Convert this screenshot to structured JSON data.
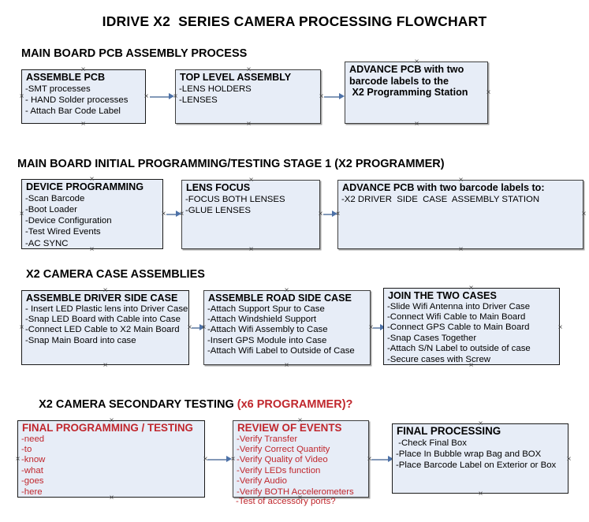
{
  "document": {
    "title": "IDRIVE X2  SERIES CAMERA PROCESSING FLOWCHART",
    "accent_red": "#c0272d",
    "box_fill": "#e7edf7",
    "connector_color": "#8399b8"
  },
  "sections": [
    {
      "id": "main-board-pcb-assembly",
      "heading": "MAIN BOARD PCB ASSEMBLY PROCESS",
      "heading_suffix": "",
      "boxes": [
        {
          "id": "assemble-pcb",
          "title": "ASSEMBLE PCB",
          "lines": [
            "-SMT processes",
            "- HAND Solder processes",
            "- Attach Bar Code Label"
          ]
        },
        {
          "id": "top-level-assembly",
          "title": "TOP LEVEL ASSEMBLY",
          "lines": [
            "-LENS HOLDERS",
            "-LENSES"
          ]
        },
        {
          "id": "advance-pcb-programming-station",
          "title": "ADVANCE PCB with two",
          "title2": "barcode labels to the",
          "title3": " X2 Programming Station",
          "lines": []
        }
      ]
    },
    {
      "id": "main-board-initial-programming",
      "heading": "MAIN BOARD INITIAL PROGRAMMING/TESTING STAGE 1 (X2 PROGRAMMER)",
      "boxes": [
        {
          "id": "device-programming",
          "title": "DEVICE PROGRAMMING",
          "lines": [
            "-Scan Barcode",
            "-Boot Loader",
            "-Device Configuration",
            "-Test Wired Events",
            "-AC SYNC"
          ]
        },
        {
          "id": "lens-focus",
          "title": "LENS FOCUS",
          "lines": [
            "-FOCUS BOTH LENSES",
            "-GLUE LENSES"
          ]
        },
        {
          "id": "advance-pcb-driver-side-case",
          "title": "ADVANCE PCB with two barcode labels to:",
          "lines": [
            "-X2 DRIVER  SIDE  CASE  ASSEMBLY STATION"
          ]
        }
      ]
    },
    {
      "id": "x2-camera-case-assemblies",
      "heading": "X2 CAMERA CASE ASSEMBLIES",
      "boxes": [
        {
          "id": "assemble-driver-side-case",
          "title": "ASSEMBLE DRIVER SIDE CASE",
          "lines": [
            "- Insert LED Plastic lens into Driver Case",
            "-Snap LED Board with Cable into Case",
            "-Connect LED Cable to X2 Main Board",
            "-Snap Main Board into case"
          ]
        },
        {
          "id": "assemble-road-side-case",
          "title": "ASSEMBLE ROAD SIDE CASE",
          "lines": [
            "-Attach Support Spur to Case",
            "-Attach Windshield Support",
            "-Attach Wifi Assembly to Case",
            "-Insert GPS Module into Case",
            "-Attach Wifi Label to Outside of Case"
          ]
        },
        {
          "id": "join-the-two-cases",
          "title": "JOIN THE TWO CASES",
          "lines": [
            "-Slide Wifi Antenna into Driver Case",
            "-Connect Wifi Cable to Main Board",
            "-Connect GPS Cable to Main Board",
            "-Snap Cases Together",
            "-Attach S/N Label to outside of case",
            "-Secure cases with Screw"
          ]
        }
      ]
    },
    {
      "id": "x2-camera-secondary-testing",
      "heading": "X2 CAMERA SECONDARY TESTING ",
      "heading_suffix": "(x6 PROGRAMMER)?",
      "boxes": [
        {
          "id": "final-programming-testing",
          "title": "FINAL PROGRAMMING / TESTING",
          "lines": [
            "-need",
            "-to",
            "-know",
            "-what",
            "-goes",
            "-here"
          ]
        },
        {
          "id": "review-of-events",
          "title": "REVIEW OF EVENTS",
          "lines": [
            "-Verify Transfer",
            "-Verify Correct Quantity",
            "-Verify Quality of Video",
            "-Verify LEDs function",
            "-Verify Audio",
            "-Verify BOTH Accelerometers"
          ],
          "overflow_line": "-Test of accessory ports?"
        },
        {
          "id": "final-processing",
          "title": "FINAL PROCESSING",
          "lines": [
            " -Check Final Box",
            "-Place In Bubble wrap Bag and BOX",
            "-Place Barcode Label on Exterior or Box"
          ]
        }
      ]
    }
  ]
}
